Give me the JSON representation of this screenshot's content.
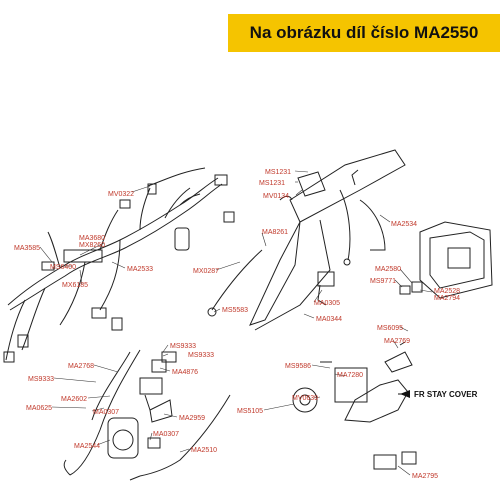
{
  "banner": {
    "title": "Na obrázku díl číslo MA2550",
    "color": "#f5c400"
  },
  "label_color": "#c0392b",
  "note_color": "#111111",
  "labels": {
    "MS1231a": "MS1231",
    "MS1231b": "MS1231",
    "MV0134": "MV0134",
    "MV0322": "MV0322",
    "MA2534": "MA2534",
    "MA3680": "MA3680",
    "MX8260": "MX8260",
    "MA3585": "MA3585",
    "MA8261": "MA8261",
    "MS6400": "MS6400",
    "MA2533": "MA2533",
    "MX0287": "MX0287",
    "MA2580": "MA2580",
    "MS9771": "MS9771",
    "MX6185": "MX6185",
    "MA0305": "MA0305",
    "MA2528": "MA2528",
    "MA2794": "MA2794",
    "MS5583": "MS5583",
    "MA0344": "MA0344",
    "MS6095": "MS6095",
    "MS9333a": "MS9333",
    "MS9333b": "MS9333",
    "MA2769": "MA2769",
    "MA2768": "MA2768",
    "MS9586": "MS9586",
    "MA4876": "MA4876",
    "MA7280": "MA7280",
    "MS9333c": "MS9333",
    "MA2602": "MA2602",
    "MV0639": "MV0639",
    "MA0625": "MA0625",
    "MA0307a": "MA0307",
    "MA2959": "MA2959",
    "MS5105": "MS5105",
    "MA0307b": "MA0307",
    "MA2544": "MA2544",
    "MA2510": "MA2510",
    "MA2795": "MA2795"
  },
  "notes": {
    "fr_stay_cover": "FR STAY COVER"
  }
}
